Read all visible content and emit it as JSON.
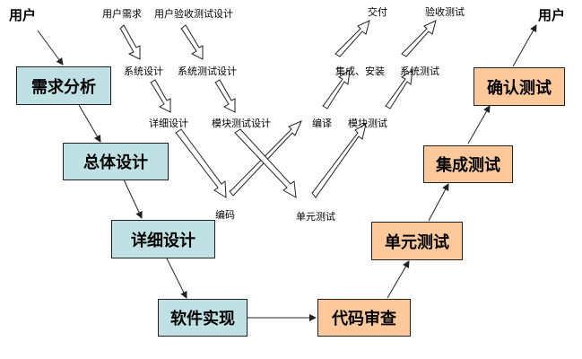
{
  "users": {
    "left": "用户",
    "right": "用户"
  },
  "left_boxes": [
    "需求分析",
    "总体设计",
    "详细设计",
    "软件实现"
  ],
  "right_boxes": [
    "代码审查",
    "单元测试",
    "集成测试",
    "确认测试"
  ],
  "top_labels": {
    "req_input": "用户需求",
    "acceptance_design": "用户验收测试设计",
    "system_design": "系统设计",
    "system_test_design": "系统测试设计",
    "detailed_design": "详细设计",
    "module_test_design": "模块测试设计",
    "coding": "编码",
    "unit_test": "单元测试",
    "compile": "编译",
    "module_test": "模块测试",
    "integrate_install": "集成、安装",
    "system_test": "系统测试",
    "deliver": "交付",
    "acceptance_test": "验收测试"
  },
  "colors": {
    "left_fill": "#bfe1e3",
    "right_fill": "#fdc99a",
    "arrow": "#222222",
    "flow_arrow_fill": "#ffffff"
  }
}
